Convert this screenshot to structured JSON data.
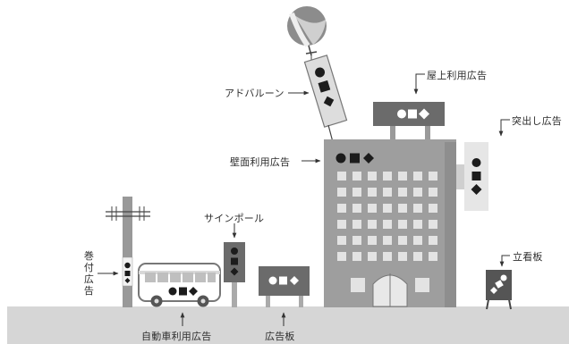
{
  "labels": {
    "adballoon": "アドバルーン",
    "rooftop": "屋上利用広告",
    "projecting": "突出し広告",
    "wall": "壁面利用広告",
    "sign_pole": "サインポール",
    "wrapped": "巻付広告",
    "vehicle": "自動車利用広告",
    "signboard": "広告板",
    "standing": "立看板"
  },
  "colors": {
    "ground": "#d6d6d6",
    "building": "#9e9e9e",
    "sign_dark": "#6b6b6b",
    "sign_light": "#e6e6e6",
    "window": "#e3e3e3"
  }
}
